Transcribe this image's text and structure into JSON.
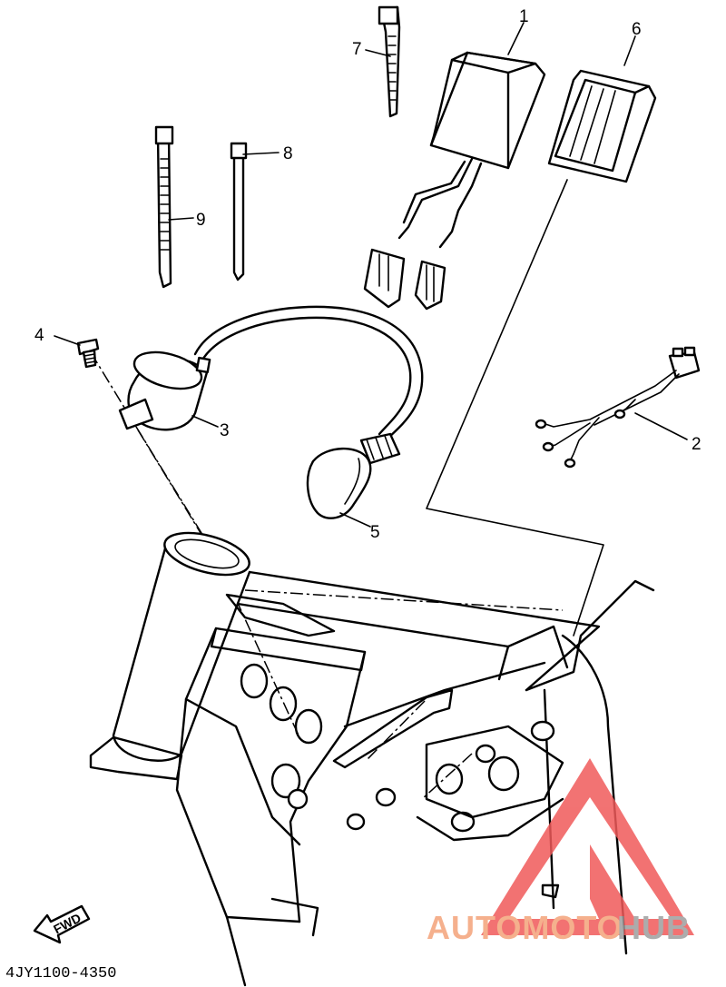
{
  "diagram": {
    "part_code": "4JY1100-4350",
    "fwd_label": "FWD",
    "callouts": [
      "1",
      "2",
      "3",
      "4",
      "5",
      "6",
      "7",
      "8",
      "9"
    ]
  },
  "watermark": {
    "text_a": "AUTOMOTO",
    "text_b": "HUB",
    "colors": {
      "triangle": "#f05a5a",
      "text_a": "#f4a37a",
      "text_b": "#9e9e9e"
    }
  }
}
